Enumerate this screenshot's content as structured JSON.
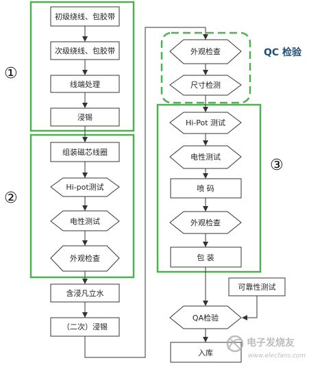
{
  "colors": {
    "group_border": "#4caf50",
    "qc_label": "#1f4e79",
    "node_stroke": "#333333",
    "arrow": "#333333"
  },
  "group_labels": {
    "g1": "①",
    "g2": "②",
    "g3": "③"
  },
  "qc_title": "QC 检验",
  "left_flow": {
    "n1": "初级绕线、包胶带",
    "n2": "次级绕线、包胶带",
    "n3": "线端处理",
    "n4": "浸锡",
    "n5": "组装磁芯线圈",
    "n6": "Hi-pot测试",
    "n7": "电性测试",
    "n8": "外观检查",
    "n9": "含浸凡立水",
    "n10": "（二次）浸锡"
  },
  "right_flow": {
    "r1": "外观检查",
    "r2": "尺寸检测",
    "r3": "Hi-Pot 测试",
    "r4": "电性测试",
    "r5": "喷  码",
    "r6": "外观检查",
    "r7": "包  装",
    "r8": "可靠性测试",
    "r9": "QA检验",
    "r10": "入库"
  },
  "watermark": {
    "logo_icon": "electronic-enthusiast-logo-icon",
    "text": "电子发烧友",
    "url": "www.elecfans.com"
  }
}
